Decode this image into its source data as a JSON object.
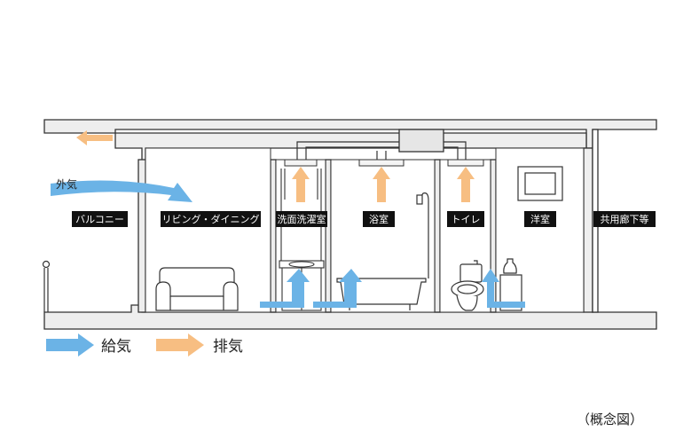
{
  "rooms": {
    "balcony": "バルコニー",
    "living": "リビング・ダイニング",
    "washroom": "洗面洗濯室",
    "bathroom": "浴室",
    "toilet": "トイレ",
    "western_room": "洋室",
    "corridor": "共用廊下等"
  },
  "outside_air_label": "外気",
  "legend": {
    "supply": "給気",
    "exhaust": "排気"
  },
  "caption": "（概念図）",
  "colors": {
    "supply": "#6bb3e6",
    "exhaust": "#f7be82",
    "wall": "#eeeeee",
    "line": "#333333",
    "label_bg": "#111111"
  }
}
